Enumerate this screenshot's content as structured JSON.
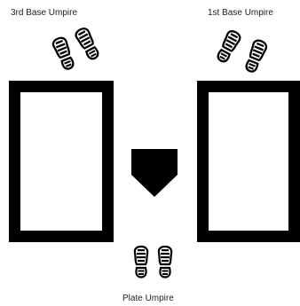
{
  "labels": {
    "third_base_umpire": "3rd Base Umpire",
    "first_base_umpire": "1st Base Umpire",
    "plate_umpire": "Plate Umpire"
  },
  "icons": {
    "footprint": "boot-print-icon",
    "home_plate": "home-plate-icon"
  },
  "colors": {
    "ink": "#000000",
    "background": "#ffffff"
  }
}
